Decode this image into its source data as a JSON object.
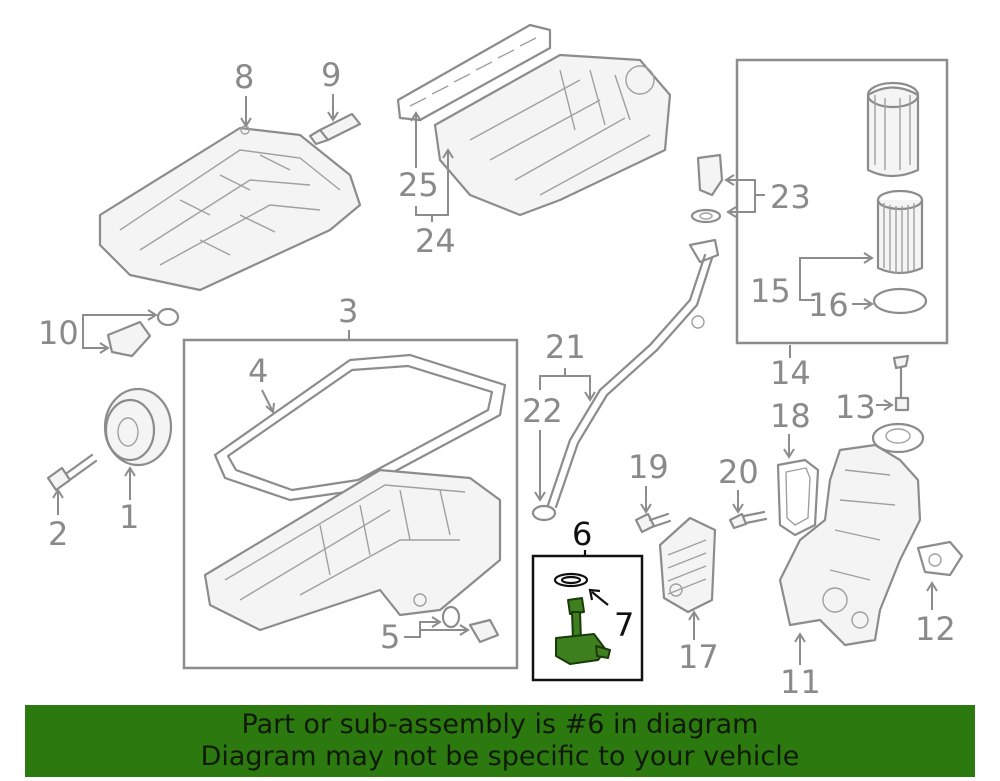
{
  "banner": {
    "line1": "Part or sub-assembly is #6 in diagram",
    "line2": "Diagram may not be specific to your vehicle",
    "background_color": "#2c7a0f"
  },
  "highlight": {
    "part_number": "6",
    "color": "#3e7f1f"
  },
  "callouts": {
    "c1": "1",
    "c2": "2",
    "c3": "3",
    "c4": "4",
    "c5": "5",
    "c6": "6",
    "c7": "7",
    "c8": "8",
    "c9": "9",
    "c10": "10",
    "c11": "11",
    "c12": "12",
    "c13": "13",
    "c14": "14",
    "c15": "15",
    "c16": "16",
    "c17": "17",
    "c18": "18",
    "c19": "19",
    "c20": "20",
    "c21": "21",
    "c22": "22",
    "c23": "23",
    "c24": "24",
    "c25": "25"
  }
}
